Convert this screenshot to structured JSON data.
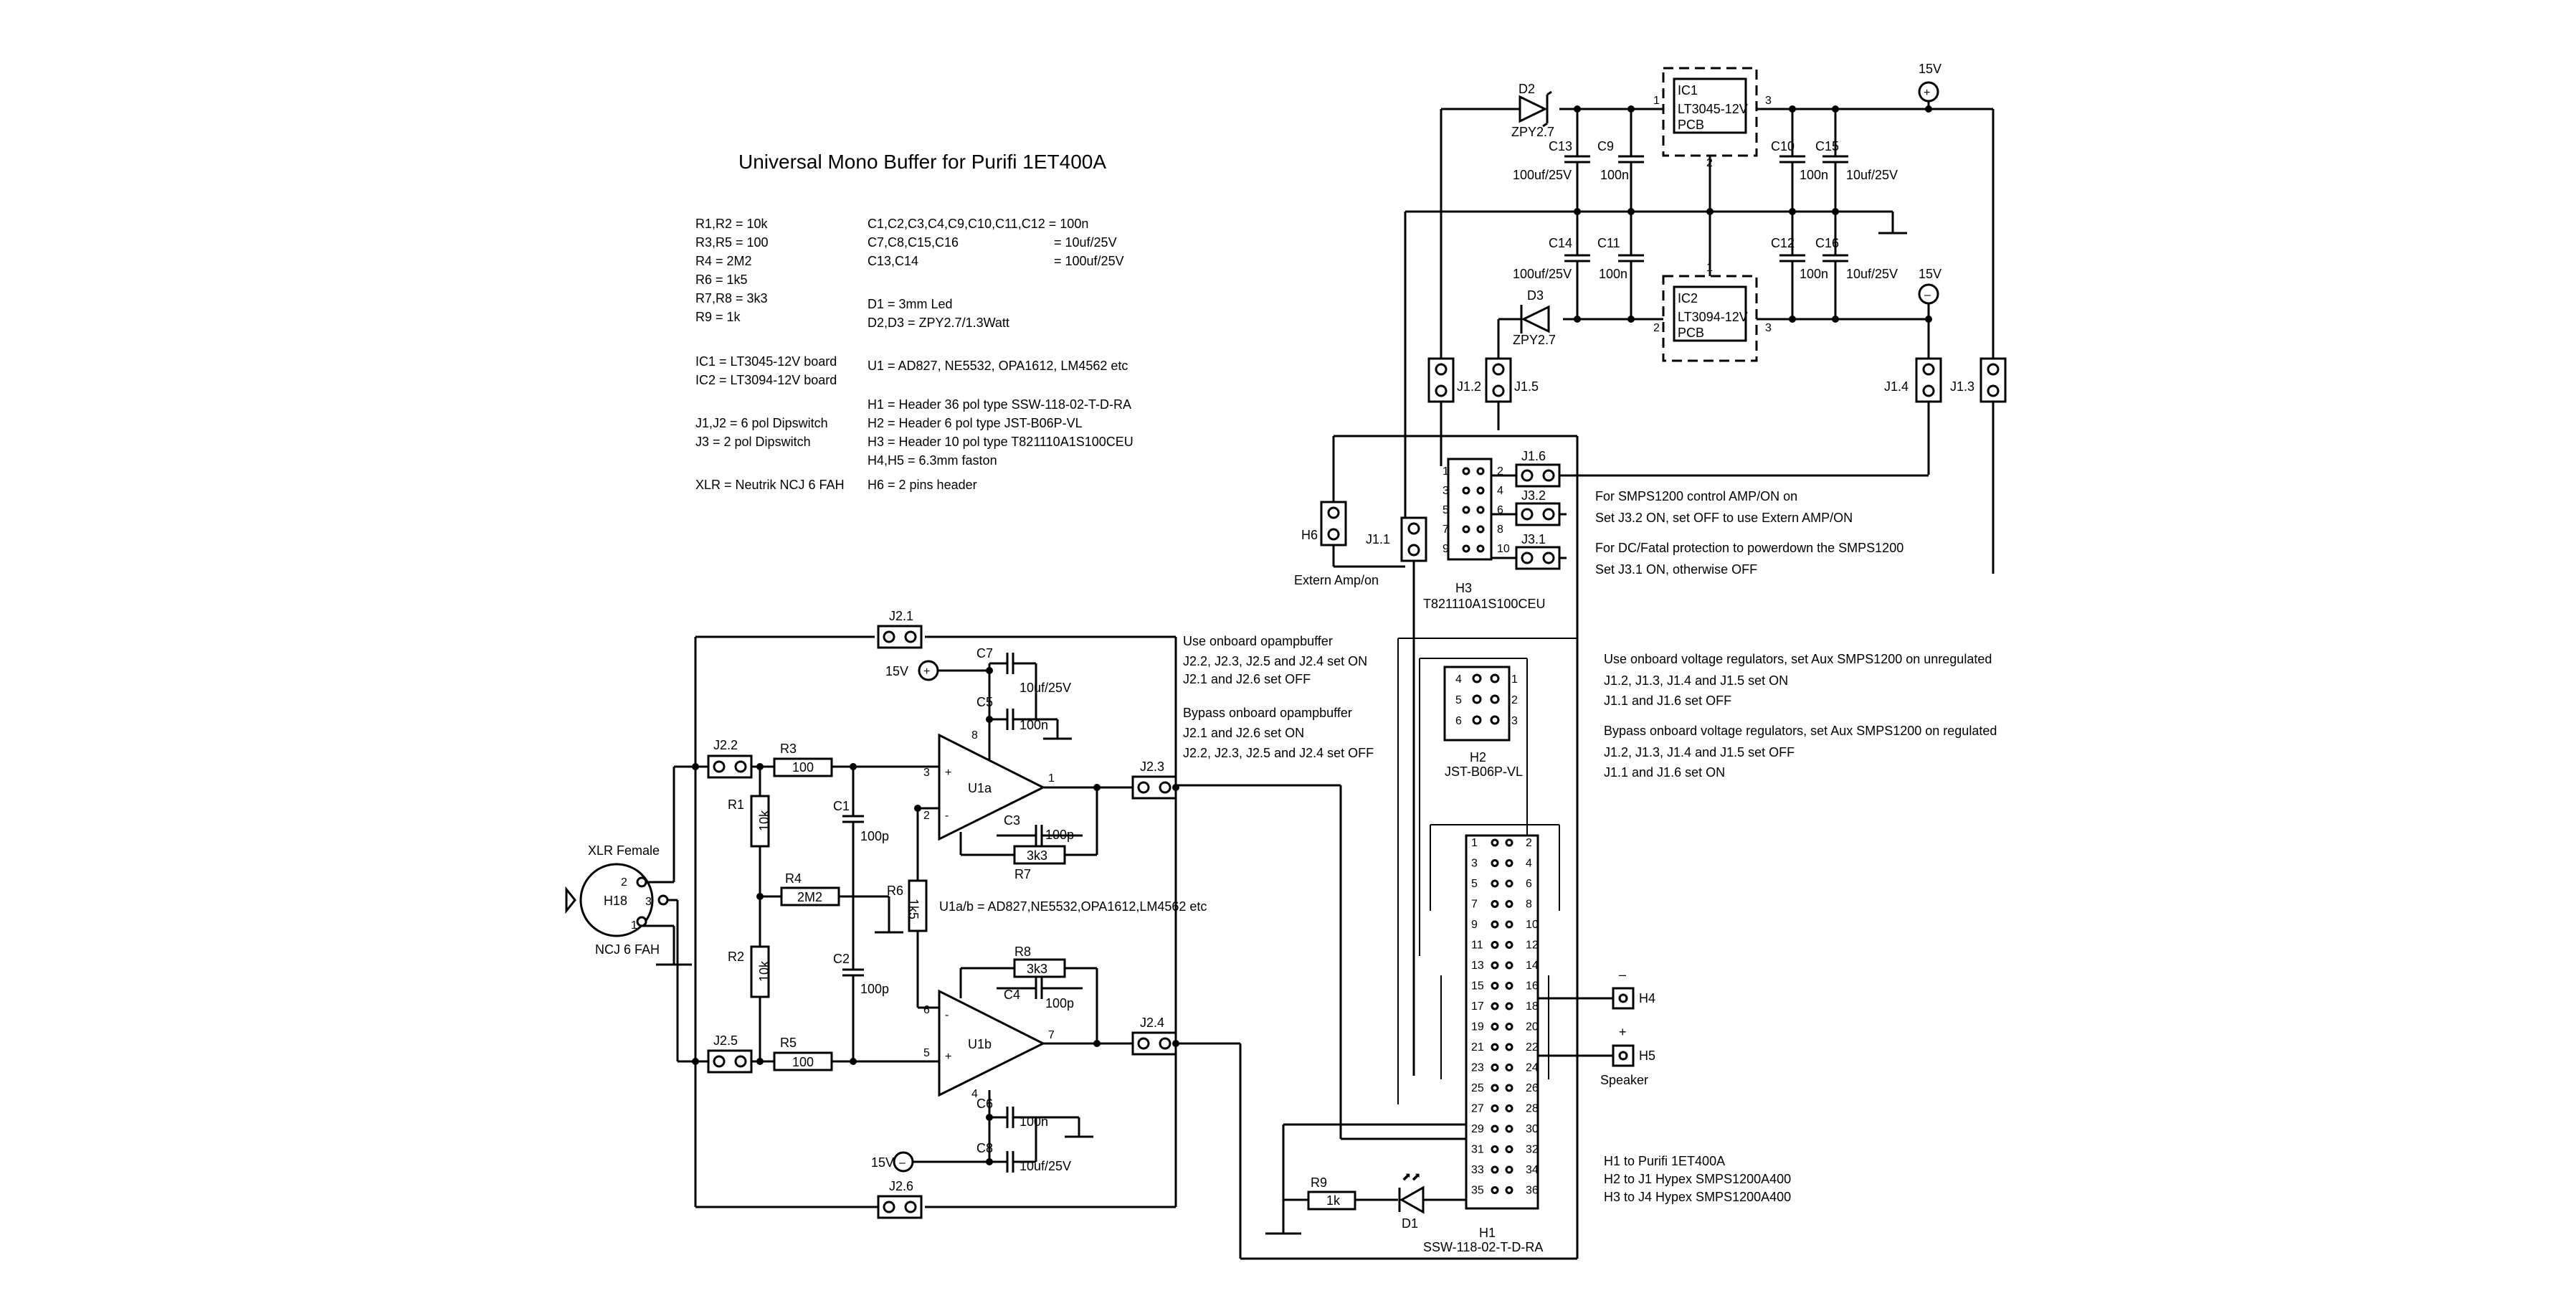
{
  "title": "Universal Mono Buffer for Purifi 1ET400A",
  "bom_left": [
    "R1,R2 = 10k",
    "R3,R5 = 100",
    "R4      = 2M2",
    "R6      = 1k5",
    "R7,R8 = 3k3",
    "R9      = 1k",
    "IC1 = LT3045-12V board",
    "IC2 = LT3094-12V board",
    "J1,J2 = 6 pol Dipswitch",
    "J3      = 2 pol Dipswitch",
    "XLR = Neutrik NCJ 6 FAH"
  ],
  "bom_right": [
    "C1,C2,C3,C4,C9,C10,C11,C12 = 100n",
    "C7,C8,C15,C16",
    "= 10uf/25V",
    "C13,C14",
    "= 100uf/25V",
    "D1 = 3mm Led",
    "D2,D3 = ZPY2.7/1.3Watt",
    "U1 = AD827, NE5532, OPA1612, LM4562 etc",
    "H1 = Header 36 pol type SSW-118-02-T-D-RA",
    "H2 = Header 6 pol type JST-B06P-VL",
    "H3 = Header 10 pol type T821110A1S100CEU",
    "H4,H5 = 6.3mm faston",
    "H6 = 2 pins header"
  ],
  "regulators": {
    "ic1": [
      "IC1",
      "LT3045-12V",
      "PCB"
    ],
    "ic2": [
      "IC2",
      "LT3094-12V",
      "PCB"
    ],
    "d2": [
      "D2",
      "ZPY2.7"
    ],
    "d3": [
      "D3",
      "ZPY2.7"
    ],
    "c13": [
      "C13",
      "100uf/25V"
    ],
    "c9": [
      "C9",
      "100n"
    ],
    "c10": [
      "C10",
      "100n"
    ],
    "c15": [
      "C15",
      "10uf/25V"
    ],
    "c14": [
      "C14",
      "100uf/25V"
    ],
    "c11": [
      "C11",
      "100n"
    ],
    "c12": [
      "C12",
      "100n"
    ],
    "c16": [
      "C16",
      "10uf/25V"
    ],
    "v15p": "15V",
    "v15n": "15V",
    "pin1": "1",
    "pin2": "2",
    "pin3": "3"
  },
  "jumpers": {
    "j12": "J1.2",
    "j15": "J1.5",
    "j14": "J1.4",
    "j13": "J1.3",
    "j16": "J1.6",
    "j11": "J1.1",
    "j32": "J3.2",
    "j31": "J3.1",
    "j21": "J2.1",
    "j22": "J2.2",
    "j23": "J2.3",
    "j24": "J2.4",
    "j25": "J2.5",
    "j26": "J2.6"
  },
  "h3": {
    "name": "H3",
    "type": "T821110A1S100CEU",
    "pins_left": [
      "1",
      "3",
      "5",
      "7",
      "9"
    ],
    "pins_right": [
      "2",
      "4",
      "6",
      "8",
      "10"
    ]
  },
  "h6": {
    "name": "H6",
    "caption": "Extern Amp/on"
  },
  "h2": {
    "name": "H2",
    "type": "JST-B06P-VL",
    "pins_left": [
      "4",
      "6"
    ],
    "pins_right": [
      "1",
      "2",
      "3"
    ],
    "pin5": "5"
  },
  "h1": {
    "name": "H1",
    "type": "SSW-118-02-T-D-RA",
    "pins_left": [
      "1",
      "3",
      "5",
      "7",
      "9",
      "11",
      "13",
      "15",
      "17",
      "19",
      "21",
      "23",
      "25",
      "27",
      "29",
      "31",
      "33",
      "35"
    ],
    "pins_right": [
      "2",
      "4",
      "6",
      "8",
      "10",
      "12",
      "14",
      "16",
      "18",
      "20",
      "22",
      "24",
      "26",
      "28",
      "30",
      "32",
      "34",
      "36"
    ]
  },
  "speaker": {
    "h4": "H4",
    "h5": "H5",
    "minus": "–",
    "plus": "+",
    "caption": "Speaker"
  },
  "notes_top": [
    "For SMPS1200 control AMP/ON on",
    "Set J3.2 ON, set OFF to use Extern AMP/ON",
    "For DC/Fatal protection to powerdown the SMPS1200",
    "Set J3.1 ON, otherwise OFF"
  ],
  "notes_mid": [
    "Use onboard voltage regulators, set Aux SMPS1200 on unregulated",
    "J1.2, J1.3, J1.4 and J1.5 set ON",
    "J1.1 and J1.6 set OFF",
    "Bypass onboard voltage regulators, set Aux SMPS1200 on regulated",
    "J1.2, J1.3, J1.4 and J1.5 set OFF",
    "J1.1 and J1.6 set ON"
  ],
  "notes_bottom": [
    "H1 to Purifi 1ET400A",
    "H2 to J1 Hypex SMPS1200A400",
    "H3 to J4 Hypex SMPS1200A400"
  ],
  "notes_buffer": [
    "Use onboard opampbuffer",
    "J2.2, J2.3, J2.5 and J2.4 set ON",
    "J2.1 and J2.6 set OFF",
    "Bypass onboard opampbuffer",
    "J2.1 and J2.6 set ON",
    "J2.2, J2.3, J2.5 and J2.4 set OFF"
  ],
  "buffer": {
    "v15p": "15V",
    "v15n": "15V",
    "c7": [
      "C7",
      "10uf/25V"
    ],
    "c5": [
      "C5",
      "100n"
    ],
    "c6": [
      "C6",
      "100n"
    ],
    "c8": [
      "C8",
      "10uf/25V"
    ],
    "c1": [
      "C1",
      "100p"
    ],
    "c2": [
      "C2",
      "100p"
    ],
    "c3": [
      "C3",
      "100p"
    ],
    "c4": [
      "C4",
      "100p"
    ],
    "r1": [
      "R1",
      "10k"
    ],
    "r2": [
      "R2",
      "10k"
    ],
    "r3": [
      "R3",
      "100"
    ],
    "r4": [
      "R4",
      "2M2"
    ],
    "r5": [
      "R5",
      "100"
    ],
    "r6": [
      "R6",
      "1k5"
    ],
    "r7": [
      "R7",
      "3k3"
    ],
    "r8": [
      "R8",
      "3k3"
    ],
    "u1a": "U1a",
    "u1b": "U1b",
    "u1_note": "U1a/b = AD827,NE5532,OPA1612,LM4562 etc",
    "pins": {
      "p8": "8",
      "p3": "3",
      "p2": "2",
      "p1": "1",
      "p6": "6",
      "p5": "5",
      "p7": "7",
      "p4": "4"
    },
    "xlr": {
      "title": "XLR Female",
      "name": "H18",
      "type": "NCJ 6 FAH",
      "pin2": "2",
      "pin1": "1",
      "pin3": "3"
    }
  },
  "led": {
    "r9": [
      "R9",
      "1k"
    ],
    "d1": "D1"
  }
}
